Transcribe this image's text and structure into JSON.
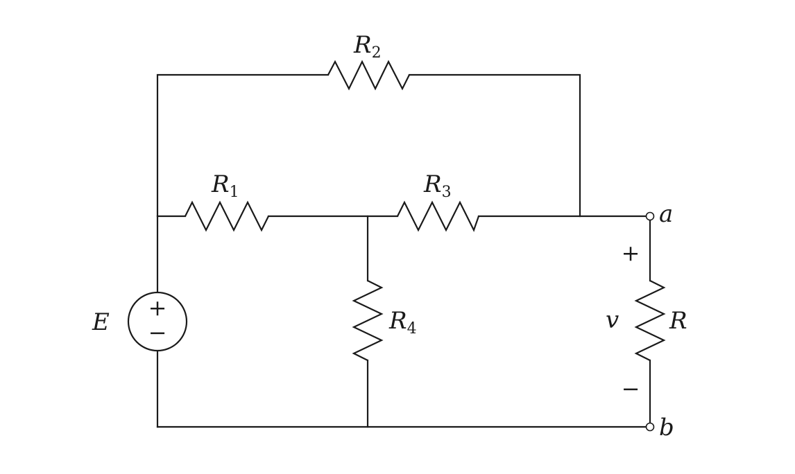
{
  "diagram": {
    "source": {
      "name": "E",
      "plus": "+",
      "minus": "−"
    },
    "resistors": {
      "r1": {
        "base": "R",
        "sub": "1"
      },
      "r2": {
        "base": "R",
        "sub": "2"
      },
      "r3": {
        "base": "R",
        "sub": "3"
      },
      "r4": {
        "base": "R",
        "sub": "4"
      },
      "load": {
        "base": "R"
      }
    },
    "terminals": {
      "a": "a",
      "b": "b"
    },
    "voltage": {
      "name": "v",
      "plus": "+",
      "minus": "−"
    }
  }
}
